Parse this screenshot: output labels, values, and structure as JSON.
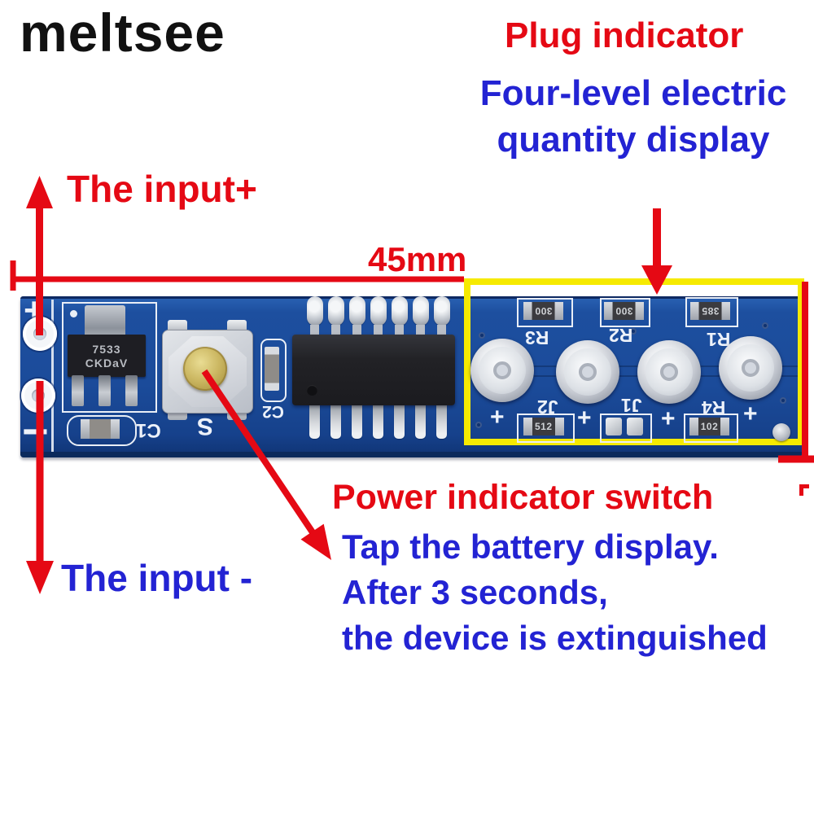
{
  "brand": {
    "logo": "meltsee"
  },
  "annotations": {
    "plug_indicator": "Plug indicator",
    "four_level_line1": "Four-level electric",
    "four_level_line2": "quantity display",
    "input_plus": "The input+",
    "dimension_label": "45mm",
    "power_switch": "Power indicator switch",
    "instruction_line1": "Tap the battery display.",
    "instruction_line2": "After 3 seconds,",
    "instruction_line3": "the device is extinguished",
    "input_minus": "The input -"
  },
  "pcb": {
    "terminals": {
      "plus": "+",
      "minus": "−"
    },
    "regulator": {
      "line1": "7533",
      "line2": "CKDaV"
    },
    "capacitors": {
      "c1": "C1",
      "c2": "C2"
    },
    "switch_label": "S",
    "led_bank": {
      "labels_top": [
        "R3",
        "R2",
        "R1"
      ],
      "labels_bottom": [
        "J2",
        "J1",
        "R4"
      ],
      "plus_marks": [
        "+",
        "+",
        "+",
        "+"
      ],
      "resistors_top": [
        "300",
        "300",
        "385"
      ],
      "resistors_bottom": [
        "512",
        "102"
      ]
    }
  },
  "colors": {
    "annotation_red": "#e50914",
    "annotation_blue": "#2323d3",
    "pcb_blue": "#1b4d9d",
    "highlight_yellow": "#f6ea00",
    "silkscreen_white": "#edf2fa",
    "logo_black": "#111111"
  }
}
